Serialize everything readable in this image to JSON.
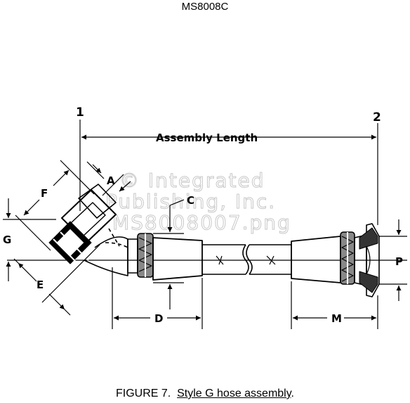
{
  "header": {
    "title": "MS8008C"
  },
  "figure": {
    "callouts": {
      "point1": "1",
      "point2": "2"
    },
    "dimensions": {
      "assembly_length": "Assembly Length",
      "A": "A",
      "C": "C",
      "D": "D",
      "E": "E",
      "F": "F",
      "G": "G",
      "M": "M",
      "P": "P"
    },
    "watermark": [
      "© Integrated",
      "Publishing, Inc.",
      "MS8008007.png"
    ]
  },
  "caption": {
    "figure_number": "FIGURE 7.",
    "text": "Style G hose assembly",
    "suffix": "."
  }
}
